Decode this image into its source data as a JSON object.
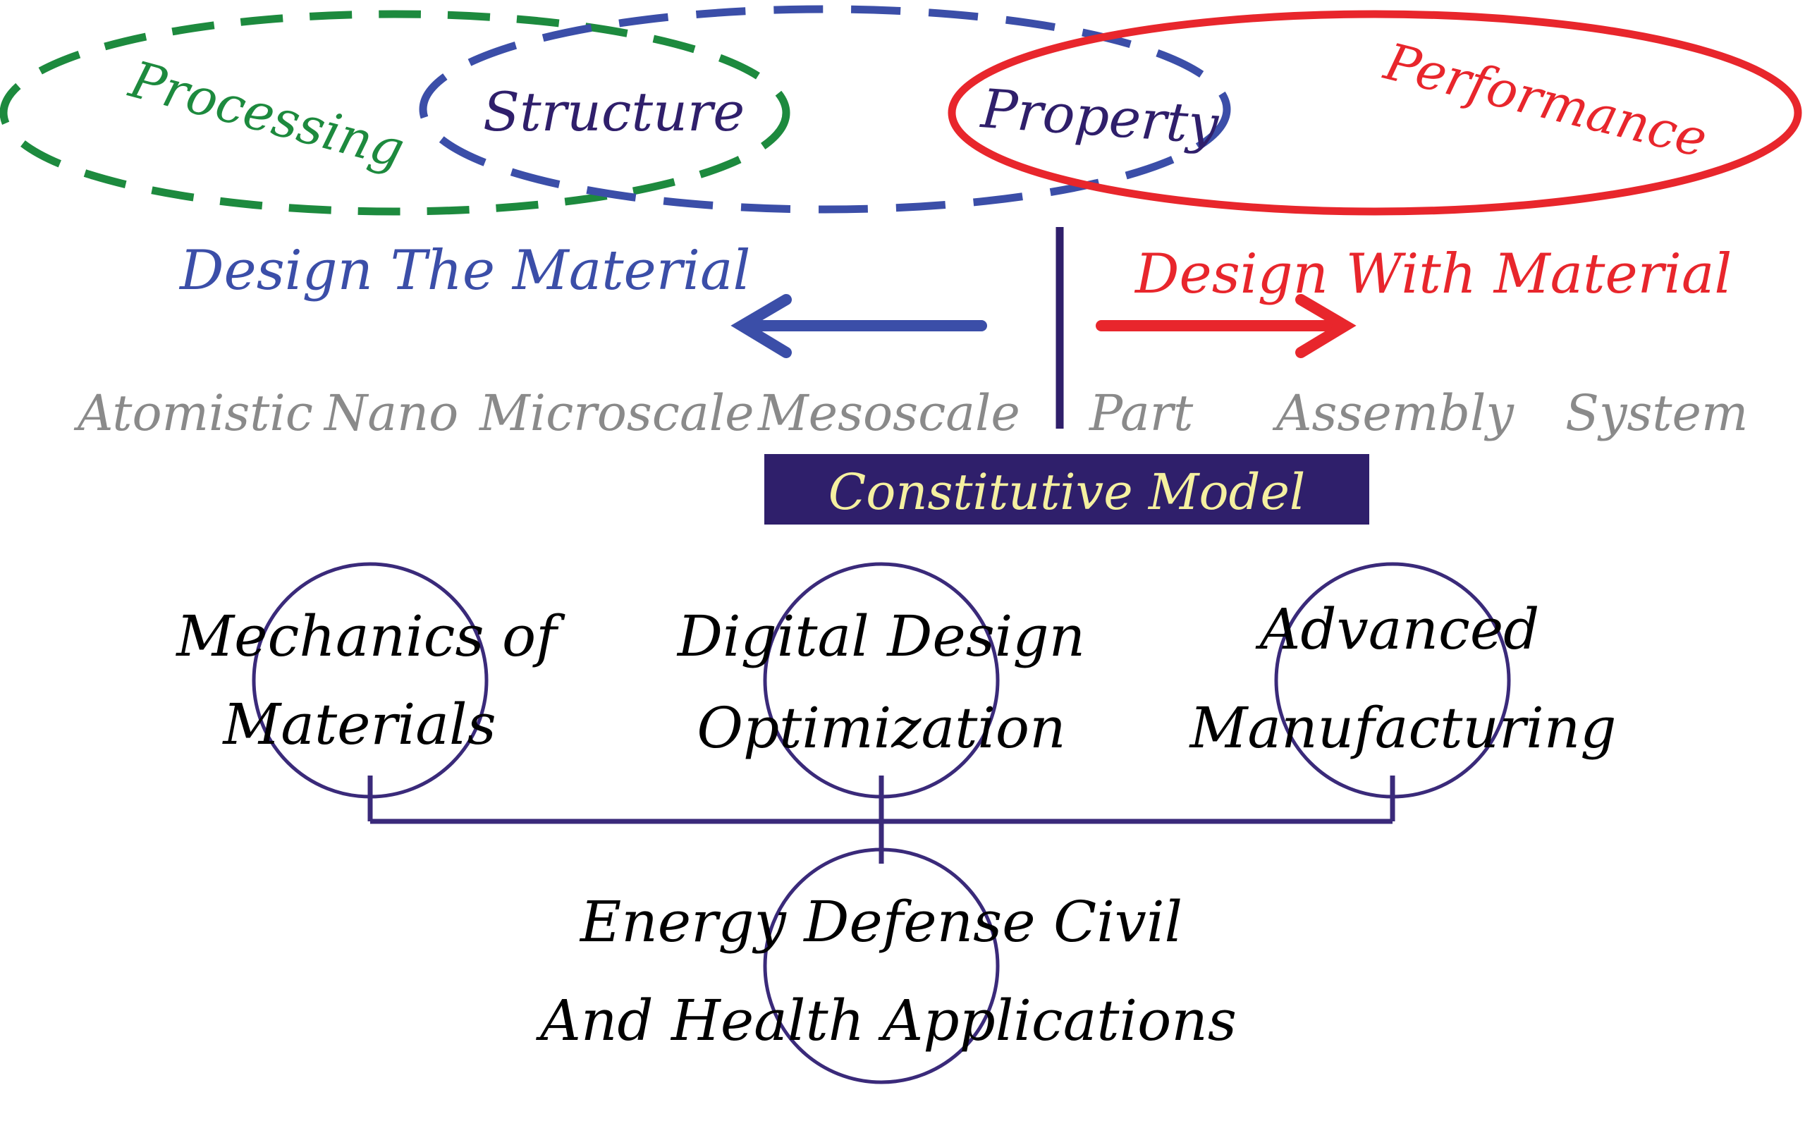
{
  "colors": {
    "processing": "#1d8a3e",
    "structure": "#3b4ea8",
    "property_ellipse": "#3b4ea8",
    "performance": "#e8262c",
    "ellipse_label": "#2f1f6b",
    "design_the_material": "#3b4ea8",
    "design_with_material": "#e8262c",
    "scale": "#8a8a8a",
    "divider": "#2f1f6b",
    "model_bg": "#2f1f6b",
    "model_text": "#f5f0a0",
    "node_circle": "#3a2a7a",
    "node_text": "#000000",
    "connector": "#3a2a7a"
  },
  "ellipses": {
    "processing": "Processing",
    "structure": "Structure",
    "property": "Property",
    "performance": "Performance"
  },
  "design": {
    "the_material": "Design  The  Material",
    "with_material": "Design  With Material"
  },
  "scales_left": [
    "Atomistic",
    "Nano",
    "Microscale",
    "Mesoscale"
  ],
  "scales_right": [
    "Part",
    "Assembly",
    "System"
  ],
  "constitutive_model": "Constitutive Model",
  "nodes": {
    "mechanics": {
      "line1": "Mechanics of",
      "line2": "Materials"
    },
    "digital": {
      "line1": "Digital Design",
      "line2": "Optimization"
    },
    "advanced": {
      "line1": "Advanced",
      "line2": "Manufacturing"
    },
    "applications": {
      "line1": "Energy Defense  Civil",
      "line2": "And Health Applications"
    }
  }
}
